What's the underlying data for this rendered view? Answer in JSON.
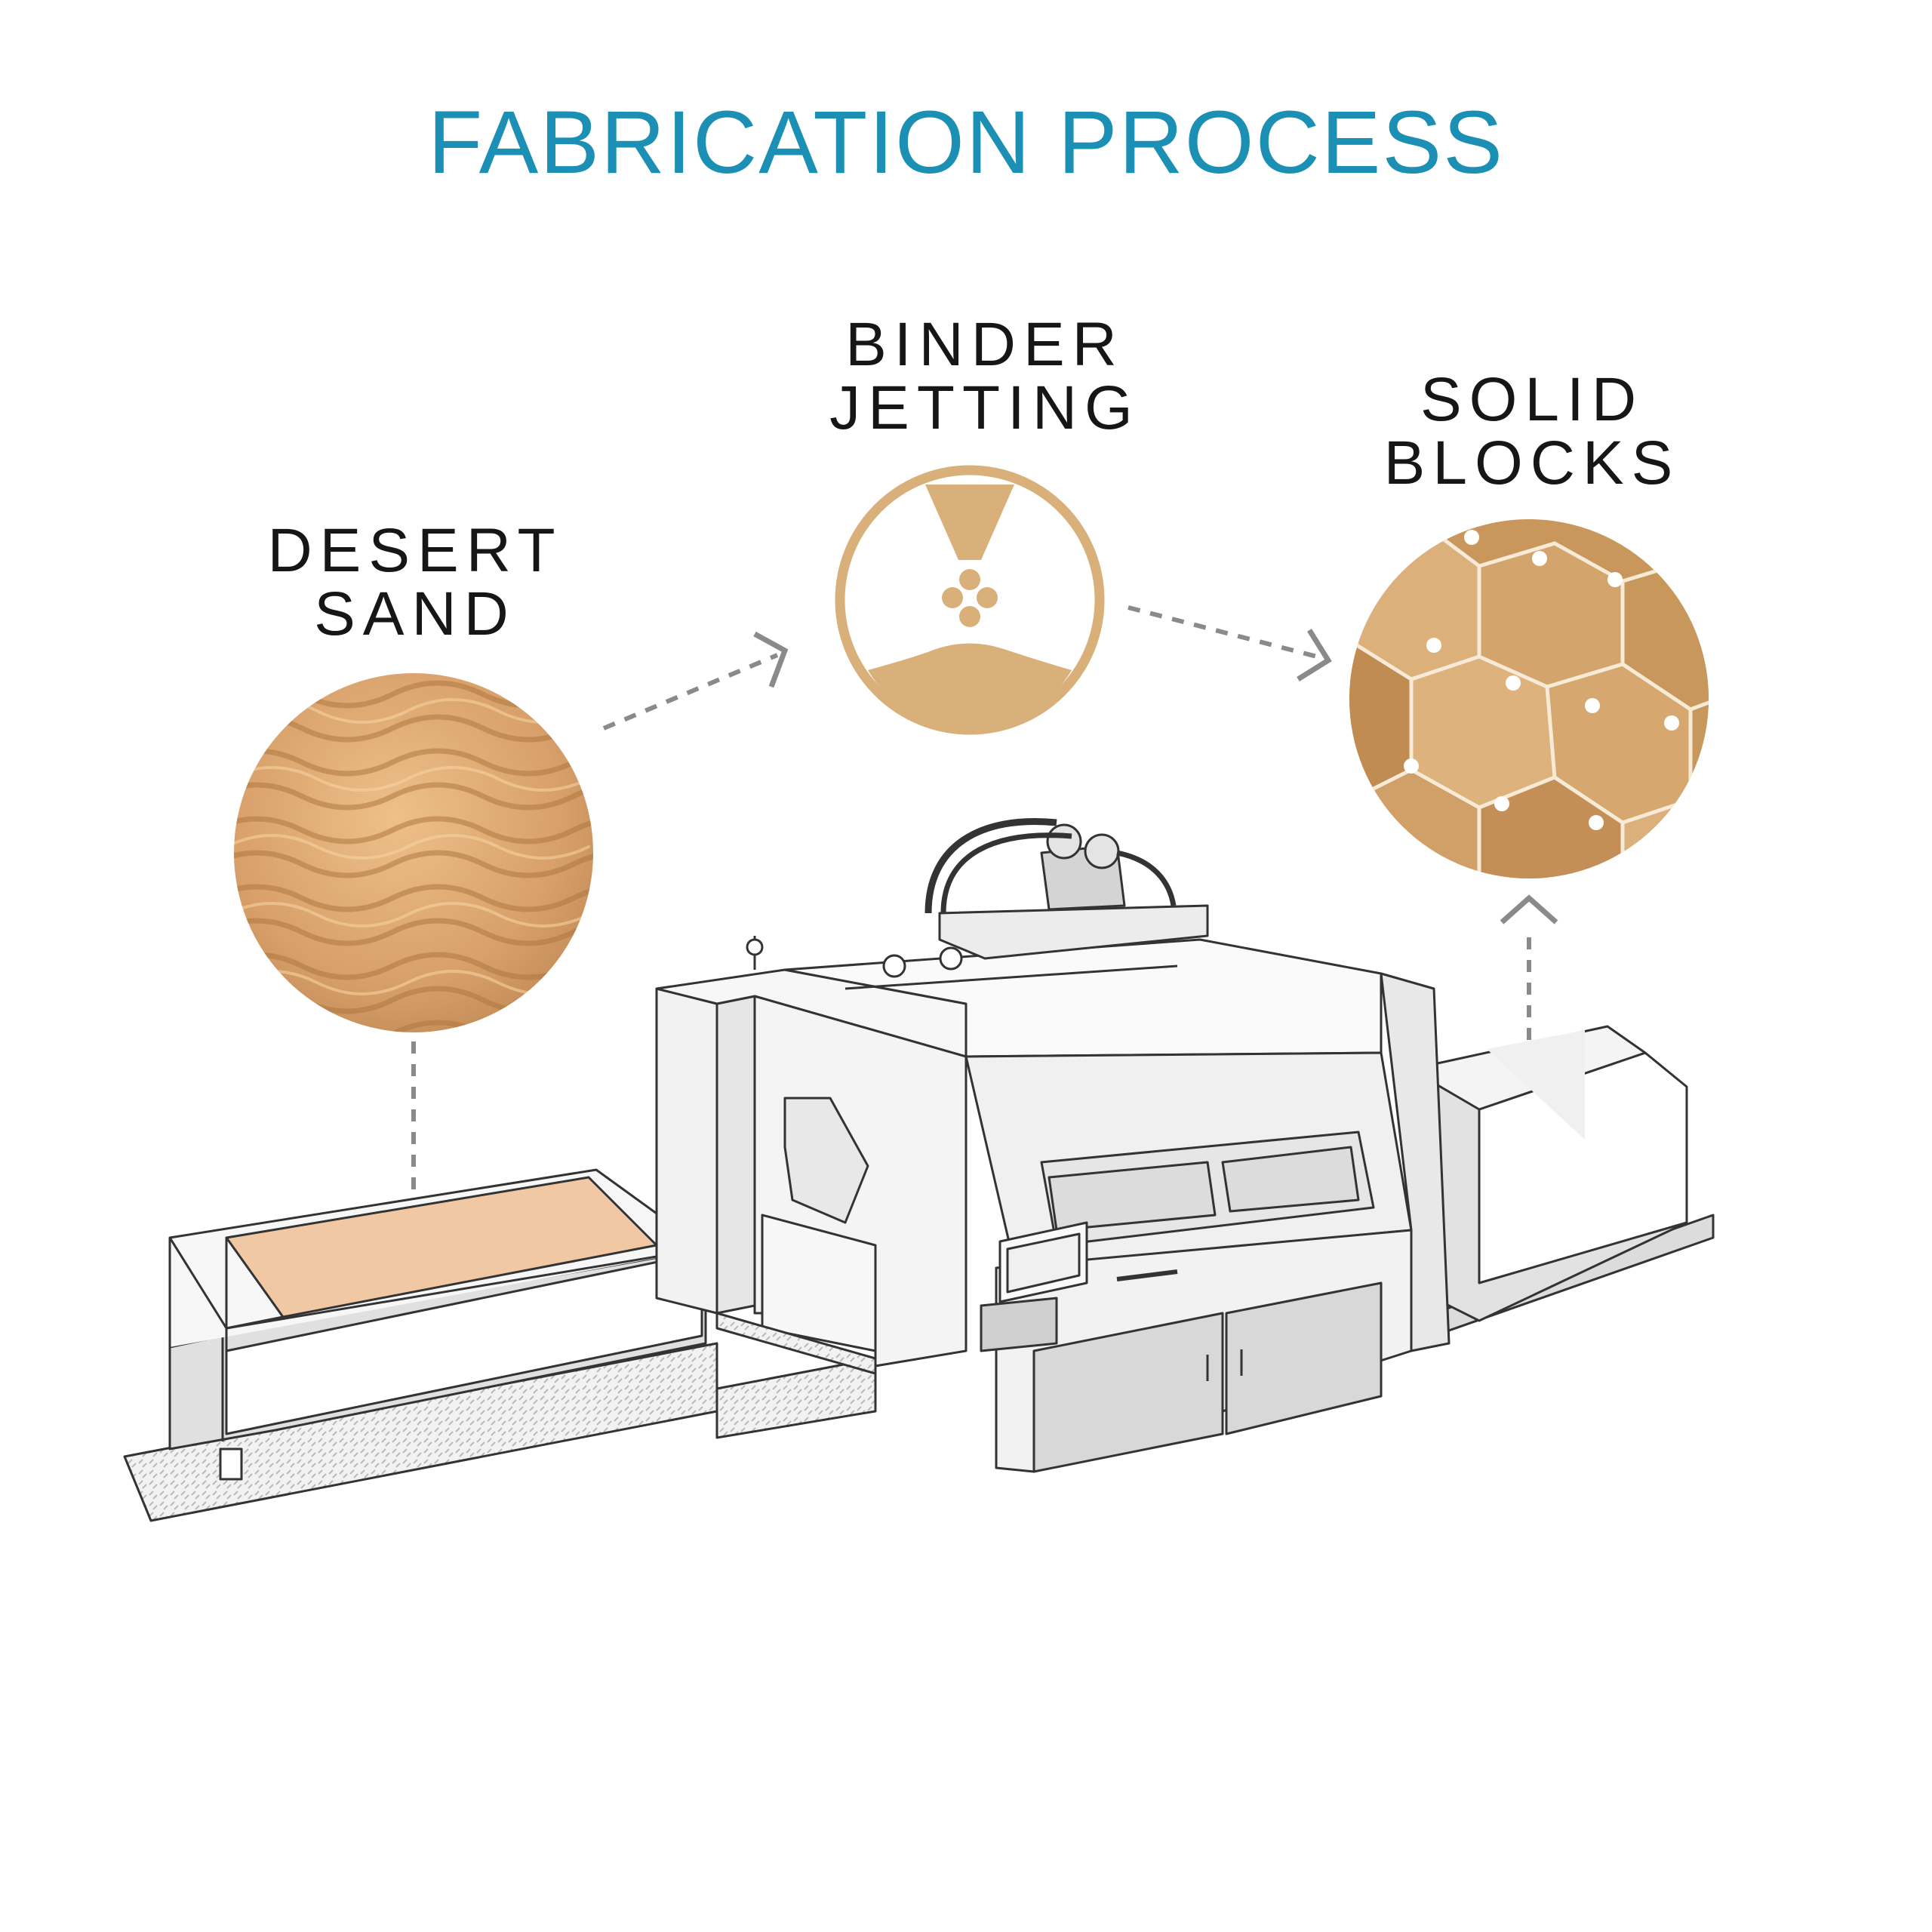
{
  "title": "FABRICATION PROCESS",
  "steps": [
    {
      "line1": "DESERT",
      "line2": "SAND"
    },
    {
      "line1": "BINDER",
      "line2": "JETTING"
    },
    {
      "line1": "SOLID",
      "line2": "BLOCKS"
    }
  ],
  "colors": {
    "title": "#1b8fb4",
    "sand": "#d9b07a",
    "label": "#161616",
    "arrow": "#8a8a8a"
  }
}
